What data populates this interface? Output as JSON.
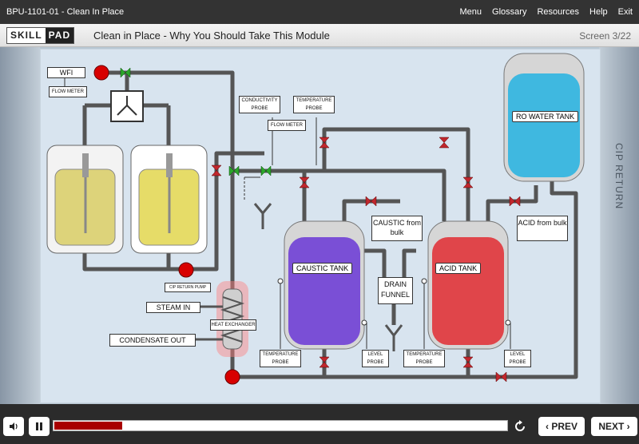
{
  "topbar": {
    "course": "BPU-1101-01 - Clean In Place",
    "menu": [
      "Menu",
      "Glossary",
      "Resources",
      "Help",
      "Exit"
    ]
  },
  "header": {
    "logo_left": "SKILL",
    "logo_right": "PAD",
    "title": "Clean in Place - Why You Should Take This Module",
    "screen": "Screen 3/22"
  },
  "diagram": {
    "wfi": "WFI",
    "flow_meter_1": "FLOW METER",
    "conductivity_probe": "CONDUCTIVITY PROBE",
    "temperature_probe_top": "TEMPERATURE PROBE",
    "flow_meter_2": "FLOW METER",
    "cip_return_pump": "CIP RETURN PUMP",
    "steam_in": "STEAM IN",
    "heat_exchanger": "HEAT EXCHANGER",
    "condensate_out": "CONDENSATE OUT",
    "caustic_tank": "CAUSTIC TANK",
    "acid_tank": "ACID TANK",
    "ro_water_tank": "RO WATER TANK",
    "caustic_from_bulk": "CAUSTIC from bulk",
    "acid_from_bulk": "ACID from bulk",
    "drain_funnel": "DRAIN FUNNEL",
    "temp_probe_caustic": "TEMPERATURE PROBE",
    "level_probe_caustic": "LEVEL PROBE",
    "temp_probe_acid": "TEMPERATURE PROBE",
    "level_probe_acid": "LEVEL PROBE",
    "cip_return": "CIP RETURN"
  },
  "colors": {
    "caustic": "#7a4fd6",
    "acid": "#e0454a",
    "ro_water": "#3fb8e0",
    "pump": "#d80000",
    "valve": "#c0272d",
    "valve_green": "#2aa52a"
  },
  "controls": {
    "prev": "PREV",
    "next": "NEXT",
    "progress": 0.15
  }
}
